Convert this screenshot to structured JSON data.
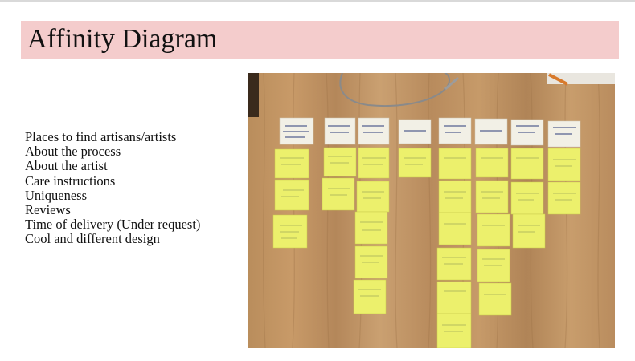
{
  "slide": {
    "title": "Affinity Diagram",
    "bullets": [
      "Places to find artisans/artists",
      "About the process",
      "About the artist",
      "Care instructions",
      "Uniqueness",
      "Reviews",
      "Time of delivery (Under request)",
      "Cool and different design"
    ]
  },
  "photo": {
    "description": "Photo of sticky notes on a wooden table",
    "colors": {
      "wood": "#c39666",
      "header_note": "#f2f0e6",
      "sticky_note": "#ecf06c"
    }
  }
}
